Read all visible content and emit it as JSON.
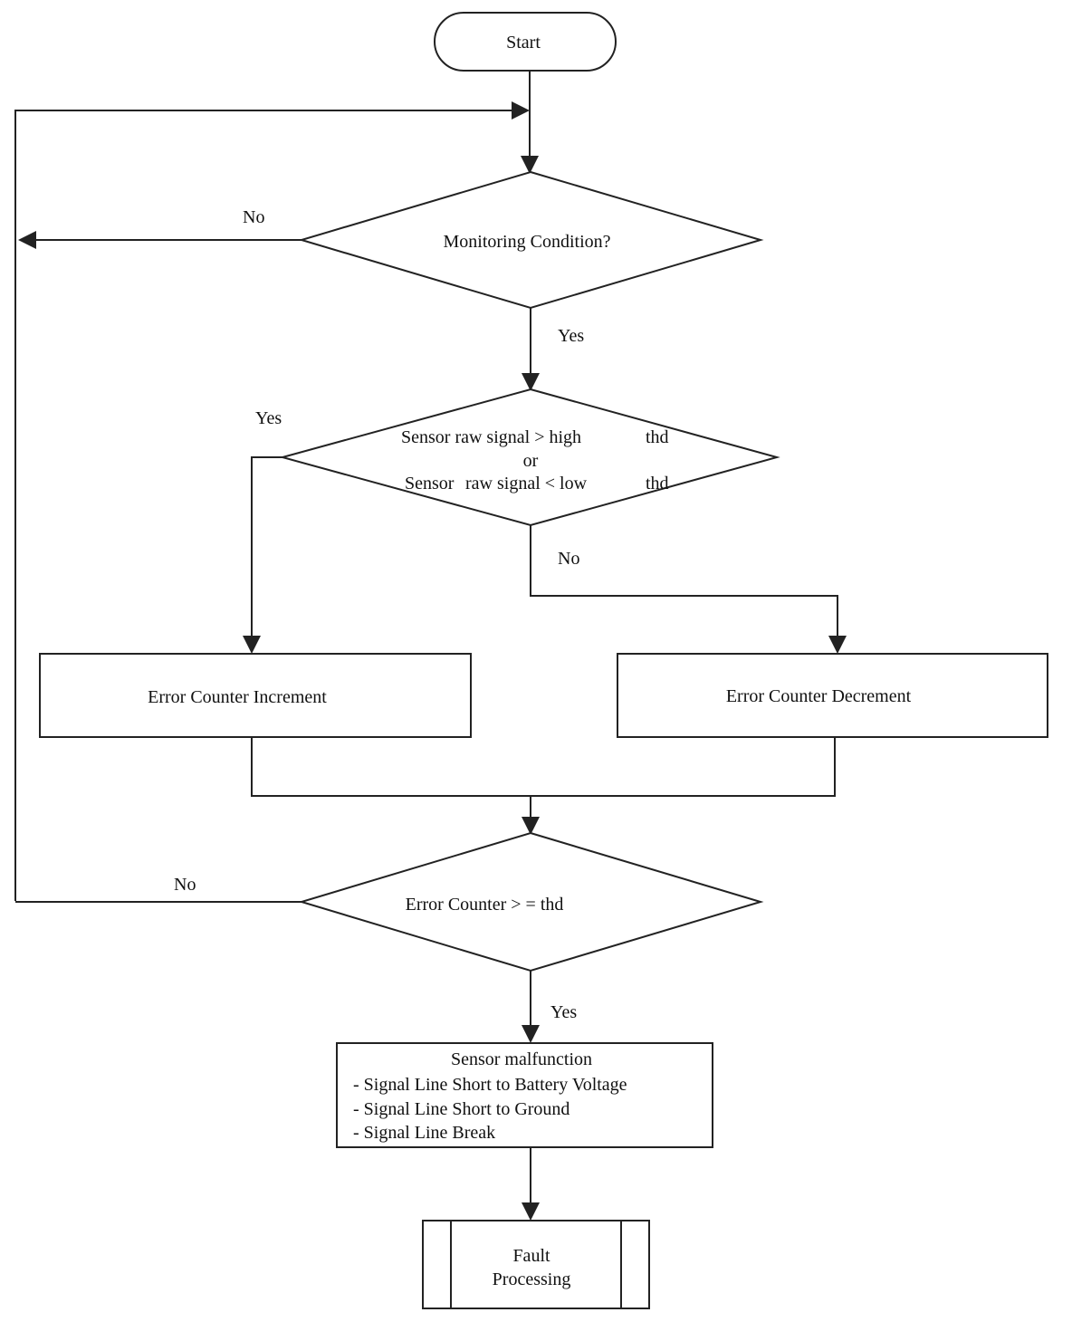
{
  "nodes": {
    "start": "Start",
    "monitoring": "Monitoring Condition?",
    "threshold_line1": "Sensor raw signal > high",
    "threshold_line1_suffix": "thd",
    "threshold_line2": "or",
    "threshold_line3": "Sensor",
    "threshold_line3_mid": "raw signal < low",
    "threshold_line3_suffix": "thd",
    "increment": "Error Counter Increment",
    "decrement": "Error Counter Decrement",
    "counter_check": "Error Counter > = thd",
    "malfunction_title": "Sensor malfunction",
    "malfunction_items": [
      "- Signal Line Short to Battery Voltage",
      "- Signal Line Short to Ground",
      "- Signal Line Break"
    ],
    "fault_line1": "Fault",
    "fault_line2": "Processing"
  },
  "edge_labels": {
    "monitoring_no": "No",
    "monitoring_yes": "Yes",
    "threshold_yes": "Yes",
    "threshold_no": "No",
    "counter_no": "No",
    "counter_yes": "Yes"
  }
}
